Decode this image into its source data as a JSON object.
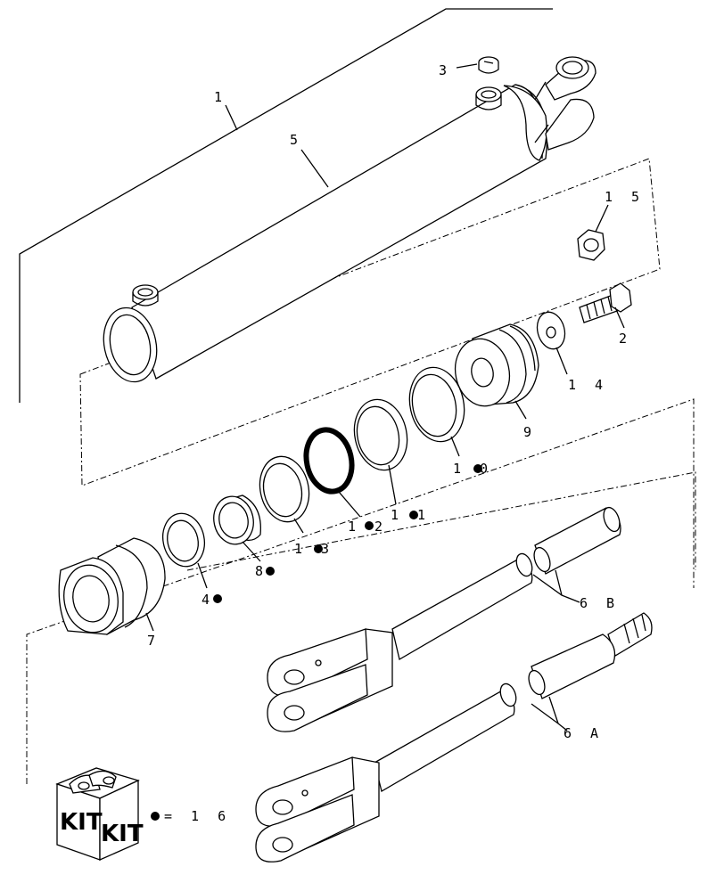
{
  "labels": {
    "p1": "1",
    "p2": "2",
    "p3": "3",
    "p4": "4",
    "p5": "5",
    "p6a": "6 A",
    "p6b": "6 B",
    "p7": "7",
    "p8": "8",
    "p9": "9",
    "p10": "1 0",
    "p11": "1 1",
    "p12": "1 2",
    "p13": "1 3",
    "p14": "1 4",
    "p15": "1 5"
  },
  "kit": {
    "word": "KIT",
    "legend_value": "= 1 6"
  }
}
